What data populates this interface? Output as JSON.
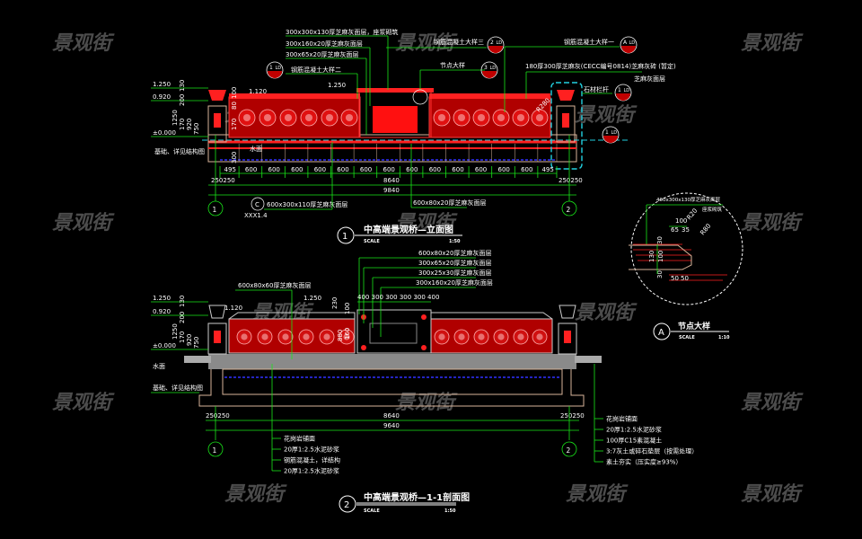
{
  "watermark": "景观街",
  "elevation": {
    "title": "中高端景观桥—立面图",
    "scale_label": "SCALE",
    "scale": "1:50",
    "bubble_no": "1",
    "levels": [
      "1.250",
      "0.920",
      "±0.000"
    ],
    "level_mid_1": "1.120",
    "level_mid_2": "1.250",
    "vert_dims": [
      "130",
      "200",
      "170",
      "1250",
      "920",
      "750"
    ],
    "post_dims": [
      "100",
      "80",
      "170"
    ],
    "beam_dim": "300",
    "water_label": "水面",
    "foundation_note": "基础、详见结构图",
    "notes": [
      "300x300x130厚芝麻灰面层，座浆砌筑",
      "300x160x20厚芝麻灰面层",
      "300x65x20厚芝麻灰面层",
      "钢筋混凝土大样二",
      "钢筋混凝土大样三",
      "节点大样",
      "钢筋混凝土大样一",
      "180厚300厚芝麻灰(CECC编号0814)芝麻灰砖 (暂定)",
      "芝麻灰面层",
      "石材栏杆"
    ],
    "angle_dim": "R280",
    "segment_dims": [
      "495",
      "600",
      "600",
      "600",
      "600",
      "600",
      "600",
      "600",
      "600",
      "600",
      "600",
      "600",
      "600",
      "600",
      "495"
    ],
    "end_dims": [
      "250",
      "250"
    ],
    "total_inner": "8640",
    "total_outer": "9840",
    "axis_labels": [
      "1",
      "2"
    ],
    "bottom_note_left": "600x300x110厚芝麻灰面层",
    "bottom_note_left_ref": "C",
    "bottom_note_left_sub": "XXX1.4",
    "bottom_note_right": "600x80x20厚芝麻灰面层",
    "bubble_refs": [
      "1",
      "LD",
      "2",
      "LD",
      "3",
      "LD",
      "A",
      "LD",
      "1",
      "LD",
      "1",
      "LD"
    ]
  },
  "section": {
    "title": "中高端景观桥—1-1剖面图",
    "scale_label": "SCALE",
    "scale": "1:50",
    "bubble_no": "2",
    "levels": [
      "1.250",
      "0.920",
      "±0.000"
    ],
    "level_mid_1": "1.120",
    "level_mid_2": "1.250",
    "water_label": "水面",
    "foundation_note": "基础、详见结构图",
    "vert_dims": [
      "130",
      "200",
      "170",
      "1250",
      "920",
      "750"
    ],
    "top_notes": [
      "600x80x20厚芝麻灰面层",
      "300x65x20厚芝麻灰面层",
      "300x25x30厚芝麻灰面层",
      "300x160x20厚芝麻灰面层"
    ],
    "left_top_note": "600x80x60厚芝麻灰面层",
    "top_dims": [
      "400",
      "300",
      "300",
      "300",
      "300",
      "400"
    ],
    "side_dim": "230",
    "center_dims": [
      "100",
      "160",
      "880"
    ],
    "end_dims": [
      "250",
      "250"
    ],
    "total_inner": "8640",
    "total_outer": "9640",
    "axis_labels": [
      "1",
      "2"
    ],
    "layers_left": [
      "花岗岩铺面",
      "20厚1:2.5水泥砂浆",
      "钢筋混凝土，详结构",
      "20厚1:2.5水泥砂浆"
    ],
    "layers_right": [
      "花岗岩铺面",
      "20厚1:2.5水泥砂浆",
      "100厚C15素混凝土",
      "3:7灰土或碎石垫层（按需处理）",
      "素土夯实（压实度≥93%）"
    ]
  },
  "detail": {
    "title": "节点大样",
    "scale_label": "SCALE",
    "scale": "1:10",
    "bubble_no": "A",
    "note_1": "400x300x130厚芝麻灰面层",
    "note_2": "座浆砌筑",
    "dims": [
      "100",
      "65",
      "35",
      "R20",
      "R80",
      "30",
      "130",
      "100",
      "30",
      "50",
      "50"
    ]
  },
  "colors": {
    "background": "#000000",
    "dim": "#19e619",
    "railing": "#ff2020",
    "text": "#ffffff",
    "cyan": "#22d0e0",
    "water": "#2020c0"
  }
}
